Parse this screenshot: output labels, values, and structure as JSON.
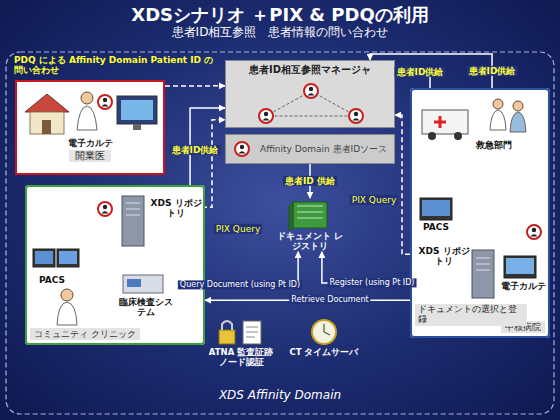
{
  "diagram": {
    "title": "XDSシナリオ ＋PIX & PDQの利用",
    "nodes": [
      {
        "text": [
          "電子カルテ",
          "開業医"
        ]
      },
      {
        "text": [
          "患者ID相互参照マネージャ"
        ]
      },
      {
        "text": [
          "Affinity Domain 患者IDソース"
        ]
      },
      {
        "text": [
          "ドキュメント レジストリ"
        ]
      },
      {
        "text": [
          "コミュニティ クリニック"
        ]
      },
      {
        "text": [
          "XDS リポジトリ"
        ],
        "in": 4
      },
      {
        "text": [
          "PACS"
        ],
        "in": 4
      },
      {
        "text": [
          "臨床検査システム"
        ],
        "in": 4
      },
      {
        "text": [
          "中核病院"
        ]
      },
      {
        "text": [
          "救急部門"
        ],
        "in": 8
      },
      {
        "text": [
          "PACS"
        ],
        "in": 8
      },
      {
        "text": [
          "XDS リポジトリ"
        ],
        "in": 8
      },
      {
        "text": [
          "電子カルテ"
        ],
        "in": 8
      },
      {
        "text": [
          "ドキュメントの選択と登録"
        ],
        "in": 8
      },
      {
        "text": [
          "ATNA 監査証跡 ノード認証"
        ]
      },
      {
        "text": [
          "CT タイムサーバ"
        ]
      }
    ],
    "edges": [
      {
        "from": 0,
        "to": 1,
        "arrow": "to",
        "label": "PDQ による Affinity Domain Patient ID の問い合わせ"
      },
      {
        "from": 4,
        "to": 1,
        "arrow": "to",
        "label": "患者ID供給"
      },
      {
        "from": 8,
        "to": 1,
        "arrow": "to",
        "label": "患者ID供給"
      },
      {
        "from": 8,
        "to": 1,
        "arrow": "to",
        "label": "患者ID供給"
      },
      {
        "from": 2,
        "to": 3,
        "arrow": "to",
        "label": "患者ID 供給"
      },
      {
        "from": 5,
        "to": 1,
        "arrow": "to",
        "label": "PIX Query"
      },
      {
        "from": 11,
        "to": 1,
        "arrow": "to",
        "label": "PIX Query"
      },
      {
        "from": 5,
        "to": 3,
        "arrow": "to",
        "label": "Query Document (using Pt ID)"
      },
      {
        "from": 11,
        "to": 3,
        "arrow": "to",
        "label": "Register (using Pt ID)"
      },
      {
        "from": 11,
        "to": 4,
        "arrow": "to",
        "label": "Retrieve Document"
      }
    ],
    "labels": [
      "患者ID相互参照　患者情報の問い合わせ",
      "XDS Affinity Domain"
    ]
  }
}
